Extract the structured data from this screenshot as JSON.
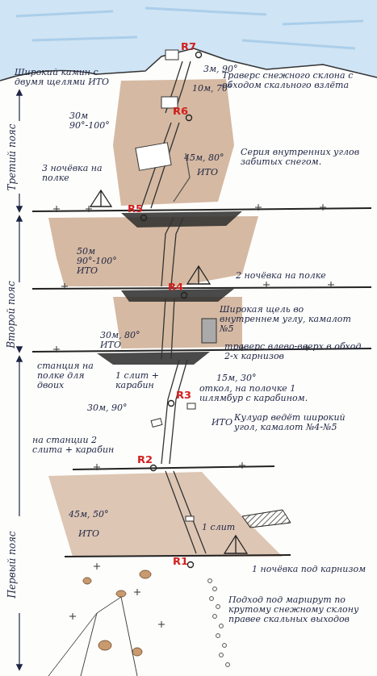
{
  "diagram": {
    "labels": [
      "R7",
      "3м, 90°",
      "10м, 70°",
      "Траверс снежного склона с обходом скального взлёта",
      "Широкий камин с двумя щелями ИТО",
      "30м 90°-100°",
      "R6",
      "45м, 80°",
      "Серия внутренних углов забитых снегом.",
      "ИТО",
      "Третий пояс",
      "3 ночёвка на полке",
      "R5",
      "50м 90°-100° ИТО",
      "Второй пояс",
      "2 ночёвка на полке",
      "R4",
      "30м, 80° ИТО",
      "Широкая щель во внутреннем углу, камалот №5",
      "траверс влево-вверх в обход 2-х карнизов",
      "станция на полке для двоих",
      "1 слит + карабин",
      "15м, 30°",
      "откол, на полочке 1 шлямбур с карабином.",
      "R3",
      "30м, 90°",
      "ИТО",
      "Кулуар ведёт широкий угол, камалот №4-№5",
      "на станции 2 слита + карабин",
      "R2",
      "45м, 50°",
      "ИТО",
      "1 слит",
      "Первый пояс",
      "R1",
      "1 ночёвка под карнизом",
      "Подход под маршрут по крутому снежному склону правее скальных выходов"
    ]
  }
}
